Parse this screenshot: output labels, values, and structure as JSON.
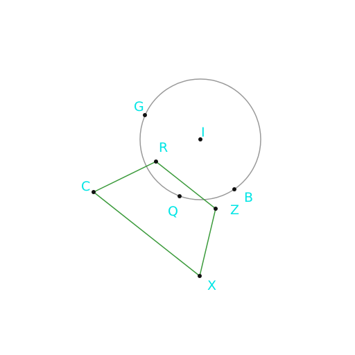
{
  "colors": {
    "circle": "#999999",
    "polygon": "#3a9a3a",
    "labels": "#00e5e5",
    "points": "#111111"
  },
  "labels": {
    "G": "G",
    "I": "I",
    "R": "R",
    "C": "C",
    "Q": "Q",
    "B": "B",
    "Z": "Z",
    "X": "X"
  }
}
